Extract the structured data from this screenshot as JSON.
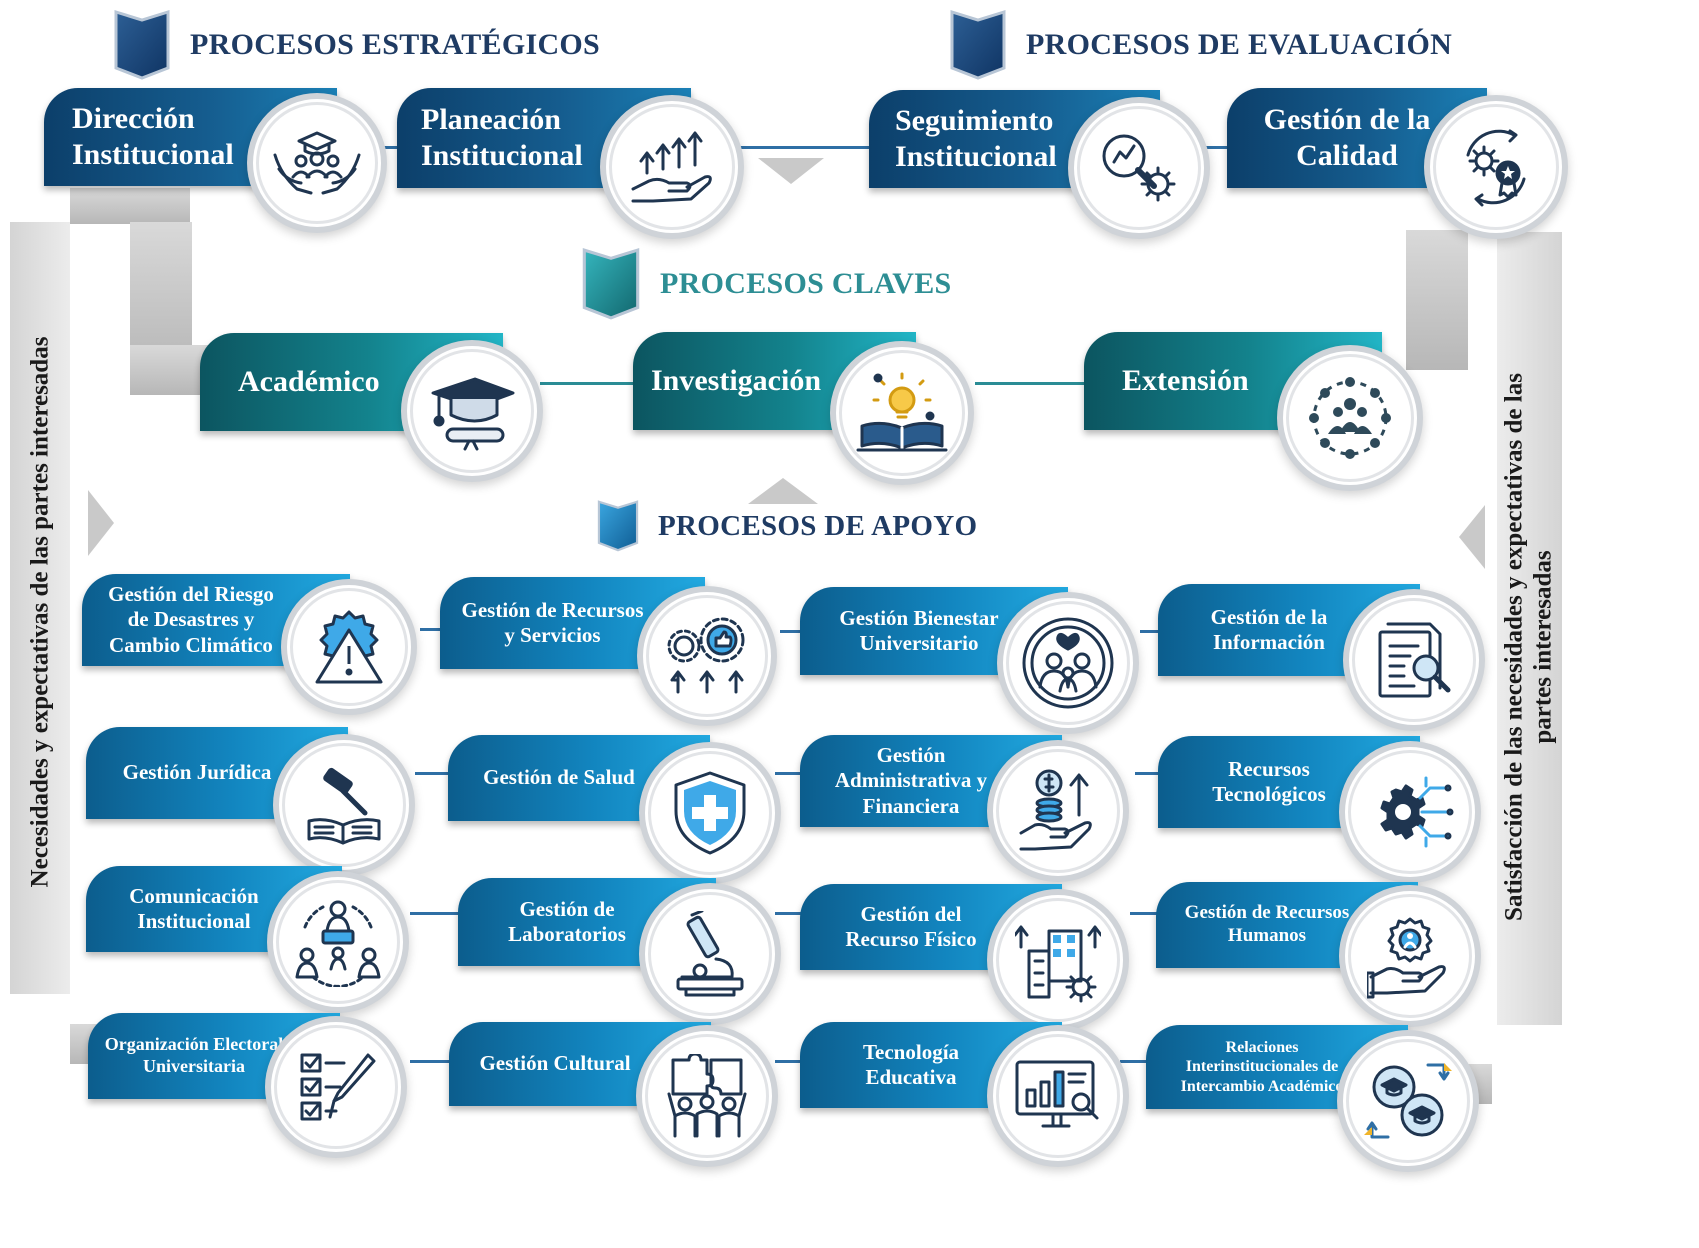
{
  "headers": {
    "estrategicos": "PROCESOS ESTRATÉGICOS",
    "evaluacion": "PROCESOS DE EVALUACIÓN",
    "claves": "PROCESOS CLAVES",
    "apoyo": "PROCESOS DE APOYO"
  },
  "side_left": "Necesidades y expectativas de las partes interesadas",
  "side_right": [
    "Satisfacción de las necesidades y expectativas de las",
    "partes interesadas"
  ],
  "strategic": [
    [
      "Dirección",
      "Institucional"
    ],
    [
      "Planeación",
      "Institucional"
    ]
  ],
  "evaluation": [
    [
      "Seguimiento",
      "Institucional"
    ],
    [
      "Gestión de la",
      "Calidad"
    ]
  ],
  "key": [
    [
      "Académico"
    ],
    [
      "Investigación"
    ],
    [
      "Extensión"
    ]
  ],
  "support": [
    [
      "Gestión del Riesgo",
      "de Desastres y",
      "Cambio Climático"
    ],
    [
      "Gestión de Recursos",
      "y Servicios"
    ],
    [
      "Gestión Bienestar",
      "Universitario"
    ],
    [
      "Gestión de la",
      "Información"
    ],
    [
      "Gestión Jurídica"
    ],
    [
      "Gestión de Salud"
    ],
    [
      "Gestión",
      "Administrativa y",
      "Financiera"
    ],
    [
      "Recursos",
      "Tecnológicos"
    ],
    [
      "Comunicación",
      "Institucional"
    ],
    [
      "Gestión de",
      "Laboratorios"
    ],
    [
      "Gestión del",
      "Recurso Físico"
    ],
    [
      "Gestión de Recursos",
      "Humanos"
    ],
    [
      "Organización Electoral",
      "Universitaria"
    ],
    [
      "Gestión Cultural"
    ],
    [
      "Tecnología",
      "Educativa"
    ],
    [
      "Relaciones",
      "Interinstitucionales de",
      "Intercambio Académico"
    ]
  ],
  "icons": [
    "graduation-community-icon",
    "growth-hand-icon",
    "analytics-gear-icon",
    "quality-gear-award-icon",
    "graduation-cap-diploma-icon",
    "idea-book-icon",
    "community-network-icon",
    "warning-gear-icon",
    "gears-thumbs-up-icon",
    "family-heart-icon",
    "document-search-icon",
    "gavel-book-icon",
    "shield-cross-icon",
    "money-hand-icon",
    "gear-circuit-icon",
    "team-communication-icon",
    "microscope-icon",
    "buildings-gear-icon",
    "gear-hand-person-icon",
    "checklist-pen-icon",
    "puzzle-people-icon",
    "monitor-chart-icon",
    "exchange-graduation-icon"
  ],
  "colors": {
    "header_dark": "#1f3b63",
    "header_teal": "#2d8e94",
    "pill_dark": "#155c8e",
    "pill_teal": "#13828c",
    "pill_blue": "#1285bf",
    "icon_stroke": "#1f3550",
    "connector": "#2f6fa5"
  }
}
